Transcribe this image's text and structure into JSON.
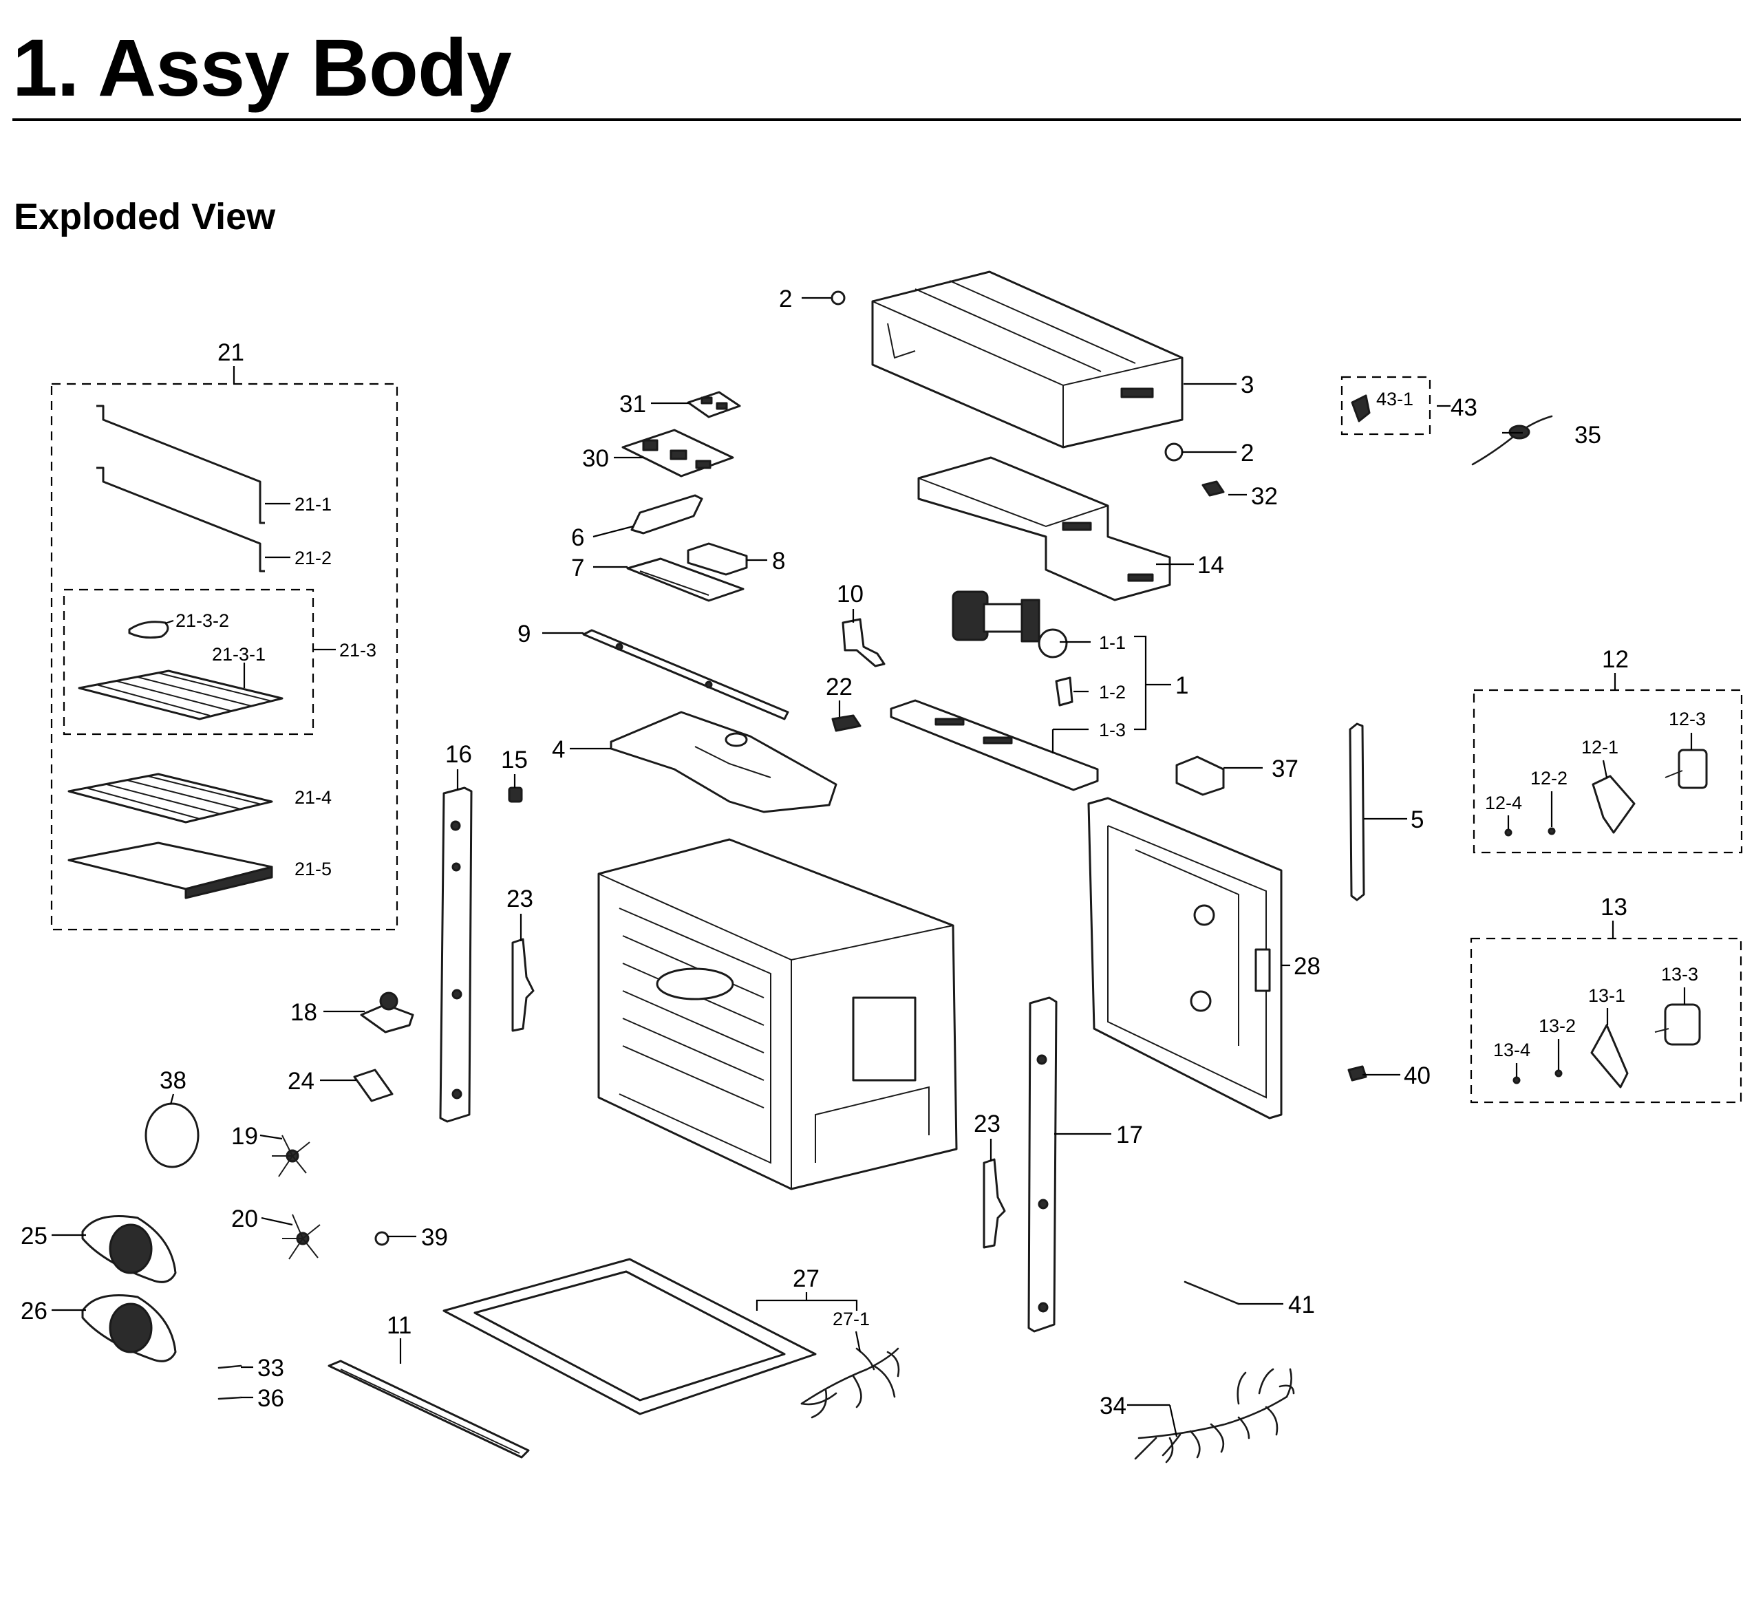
{
  "header": {
    "title": "1.  Assy Body",
    "section": "Exploded View"
  },
  "callouts": {
    "c2a": "2",
    "c2b": "2",
    "c3": "3",
    "c43": "43",
    "c43_1": "43-1",
    "c35": "35",
    "c31": "31",
    "c30": "30",
    "c32": "32",
    "c6": "6",
    "c7": "7",
    "c8": "8",
    "c14": "14",
    "c21": "21",
    "c21_1": "21-1",
    "c21_2": "21-2",
    "c21_3": "21-3",
    "c21_3_1": "21-3-1",
    "c21_3_2": "21-3-2",
    "c21_4": "21-4",
    "c21_5": "21-5",
    "c10": "10",
    "c9": "9",
    "c22": "22",
    "c1": "1",
    "c1_1": "1-1",
    "c1_2": "1-2",
    "c1_3": "1-3",
    "c4": "4",
    "c16": "16",
    "c15": "15",
    "c37": "37",
    "c5": "5",
    "c12": "12",
    "c12_1": "12-1",
    "c12_2": "12-2",
    "c12_3": "12-3",
    "c12_4": "12-4",
    "c13": "13",
    "c13_1": "13-1",
    "c13_2": "13-2",
    "c13_3": "13-3",
    "c13_4": "13-4",
    "c23a": "23",
    "c23b": "23",
    "c28": "28",
    "c18": "18",
    "c24": "24",
    "c38": "38",
    "c19": "19",
    "c40": "40",
    "c17": "17",
    "c20": "20",
    "c39": "39",
    "c25": "25",
    "c26": "26",
    "c27": "27",
    "c27_1": "27-1",
    "c11": "11",
    "c41": "41",
    "c33": "33",
    "c36": "36",
    "c34": "34"
  }
}
